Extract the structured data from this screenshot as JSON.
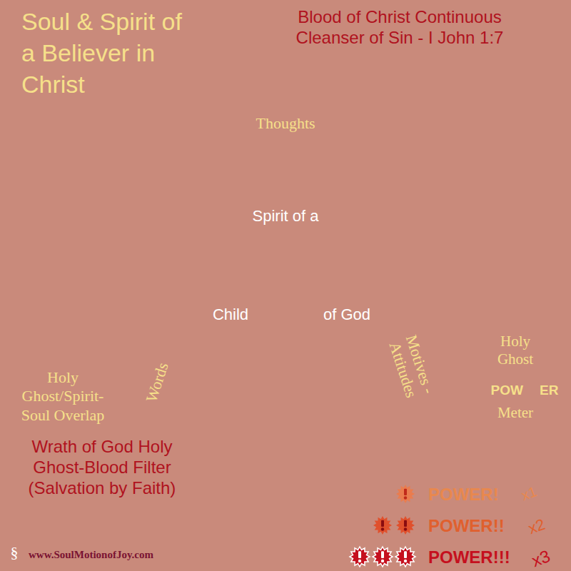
{
  "diagram": {
    "title": "Soul & Spirit of a Believer in Christ",
    "nodes": [
      {
        "text": [
          "Thoughts"
        ]
      },
      {
        "text": [
          "Spirit of a",
          "Child",
          "of God"
        ]
      },
      {
        "text": [
          "Words"
        ]
      },
      {
        "text": [
          "Motives - Attitudes"
        ]
      }
    ],
    "labels": [
      "Blood of Christ Continuous Cleanser of Sin - I John 1:7",
      "Holy Ghost/Spirit- Soul Overlap",
      "Wrath of God Holy Ghost-Blood Filter (Salvation by Faith)",
      "Holy Ghost",
      "POW",
      "ER",
      "Meter",
      "x1",
      "x2",
      "x3",
      "§",
      "www.SoulMotionofJoy.com"
    ],
    "legend": [
      {
        "text": "POWER!"
      },
      {
        "text": "POWER!!"
      },
      {
        "text": "POWER!!!"
      }
    ]
  }
}
